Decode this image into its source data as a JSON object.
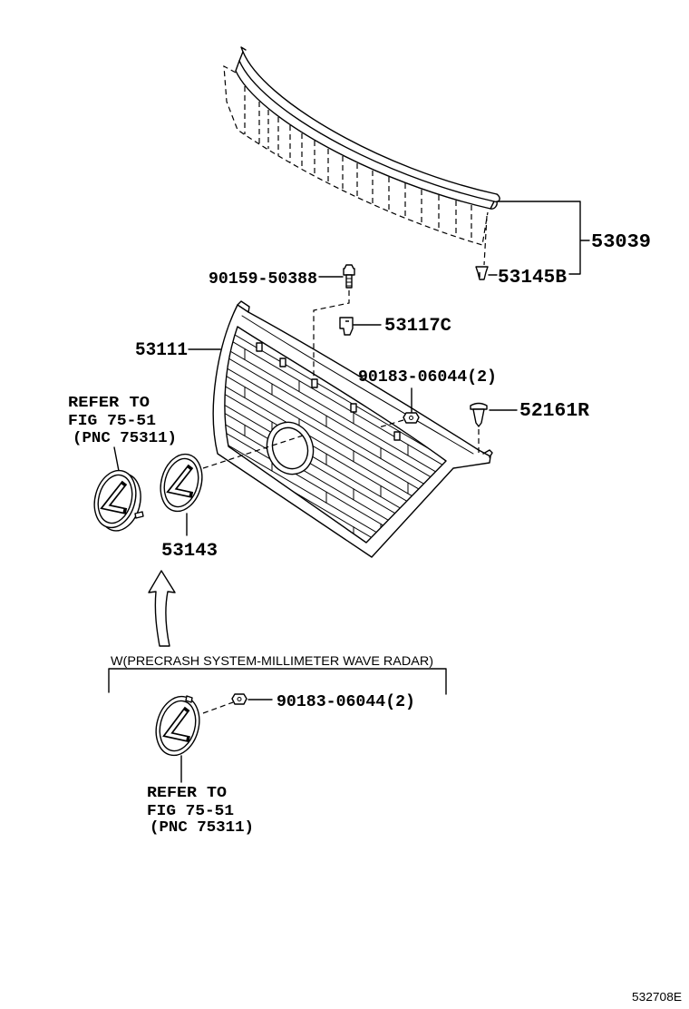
{
  "callouts": {
    "seal": "53039",
    "seal_clip": "53145B",
    "bolt": "90159-50388",
    "bracket": "53117C",
    "grille": "53111",
    "nut_upper": "90183-06044(2)",
    "rivet": "52161R",
    "emblem": "53143",
    "nut_lower": "90183-06044(2)"
  },
  "refer_upper": [
    "REFER TO",
    "FIG 75-51",
    "(PNC 75311)"
  ],
  "refer_lower": [
    "REFER TO",
    "FIG 75-51",
    "(PNC 75311)"
  ],
  "variant_note": "W(PRECRASH SYSTEM-MILLIMETER WAVE RADAR)",
  "figure_number": "532708E",
  "colors": {
    "ink": "#000000",
    "paper": "#ffffff"
  }
}
